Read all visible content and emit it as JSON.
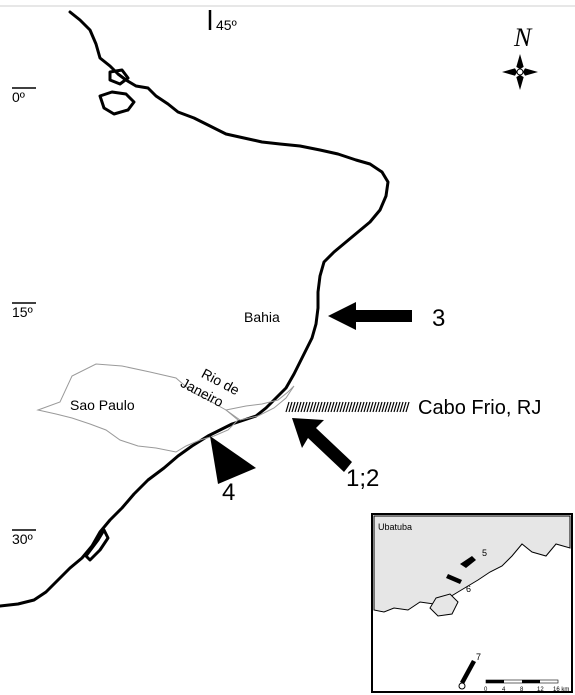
{
  "latitude_labels": {
    "lat0": "0º",
    "lat15": "15º",
    "lat30": "30º"
  },
  "longitude_label": "45º",
  "compass_label": "N",
  "states": {
    "bahia": "Bahia",
    "rio_line1": "Rio de",
    "rio_line2": "Janeiro",
    "sao_paulo": "Sao Paulo"
  },
  "cabo_frio_label": "Cabo Frio, RJ",
  "site_labels": {
    "arrow3": "3",
    "arrow12": "1;2",
    "arrow4": "4"
  },
  "inset": {
    "title": "Ubatuba",
    "site5": "5",
    "site6": "6",
    "site7": "7",
    "scale_ticks": [
      "0",
      "4",
      "8",
      "12",
      "16 km"
    ]
  },
  "colors": {
    "ink": "#000000",
    "land_inset": "#e6e6e6",
    "state_border": "#9a9a9a"
  }
}
